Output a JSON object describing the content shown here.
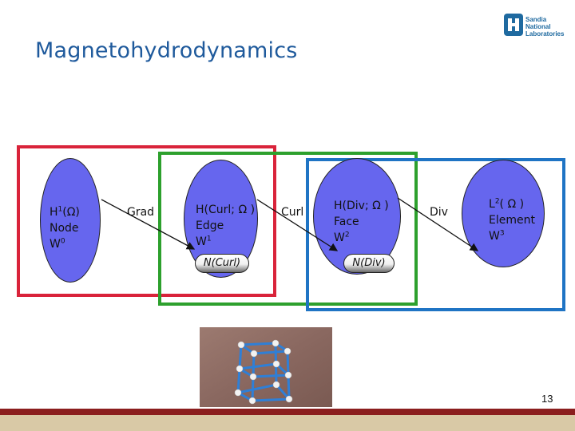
{
  "title": "Magnetohydrodynamics",
  "logo": {
    "text": "Sandia\nNational\nLaboratories",
    "color": "#1f6aa0"
  },
  "colors": {
    "red_box": "#d9233a",
    "green_box": "#2da02d",
    "blue_box": "#1f74c4",
    "ellipse_fill": "#6666ee",
    "title": "#1f5a9c"
  },
  "nodes": {
    "node": {
      "line1_base": "H",
      "line1_sup": "1",
      "line1_rest": "(Ω)",
      "line2": "Node",
      "line3_base": "W",
      "line3_sup": "0"
    },
    "edge": {
      "line1": "H(Curl; Ω )",
      "line2": "Edge",
      "line3_base": "W",
      "line3_sup": "1",
      "pill": "N(Curl)"
    },
    "face": {
      "line1": "H(Div; Ω )",
      "line2": "Face",
      "line3_base": "W",
      "line3_sup": "2",
      "pill": "N(Div)"
    },
    "element": {
      "line1_base": "L",
      "line1_sup": "2",
      "line1_rest": "( Ω )",
      "line2": "Element",
      "line3_base": "W",
      "line3_sup": "3"
    }
  },
  "operators": {
    "grad": "Grad",
    "curl": "Curl",
    "div": "Div"
  },
  "page_number": "13"
}
